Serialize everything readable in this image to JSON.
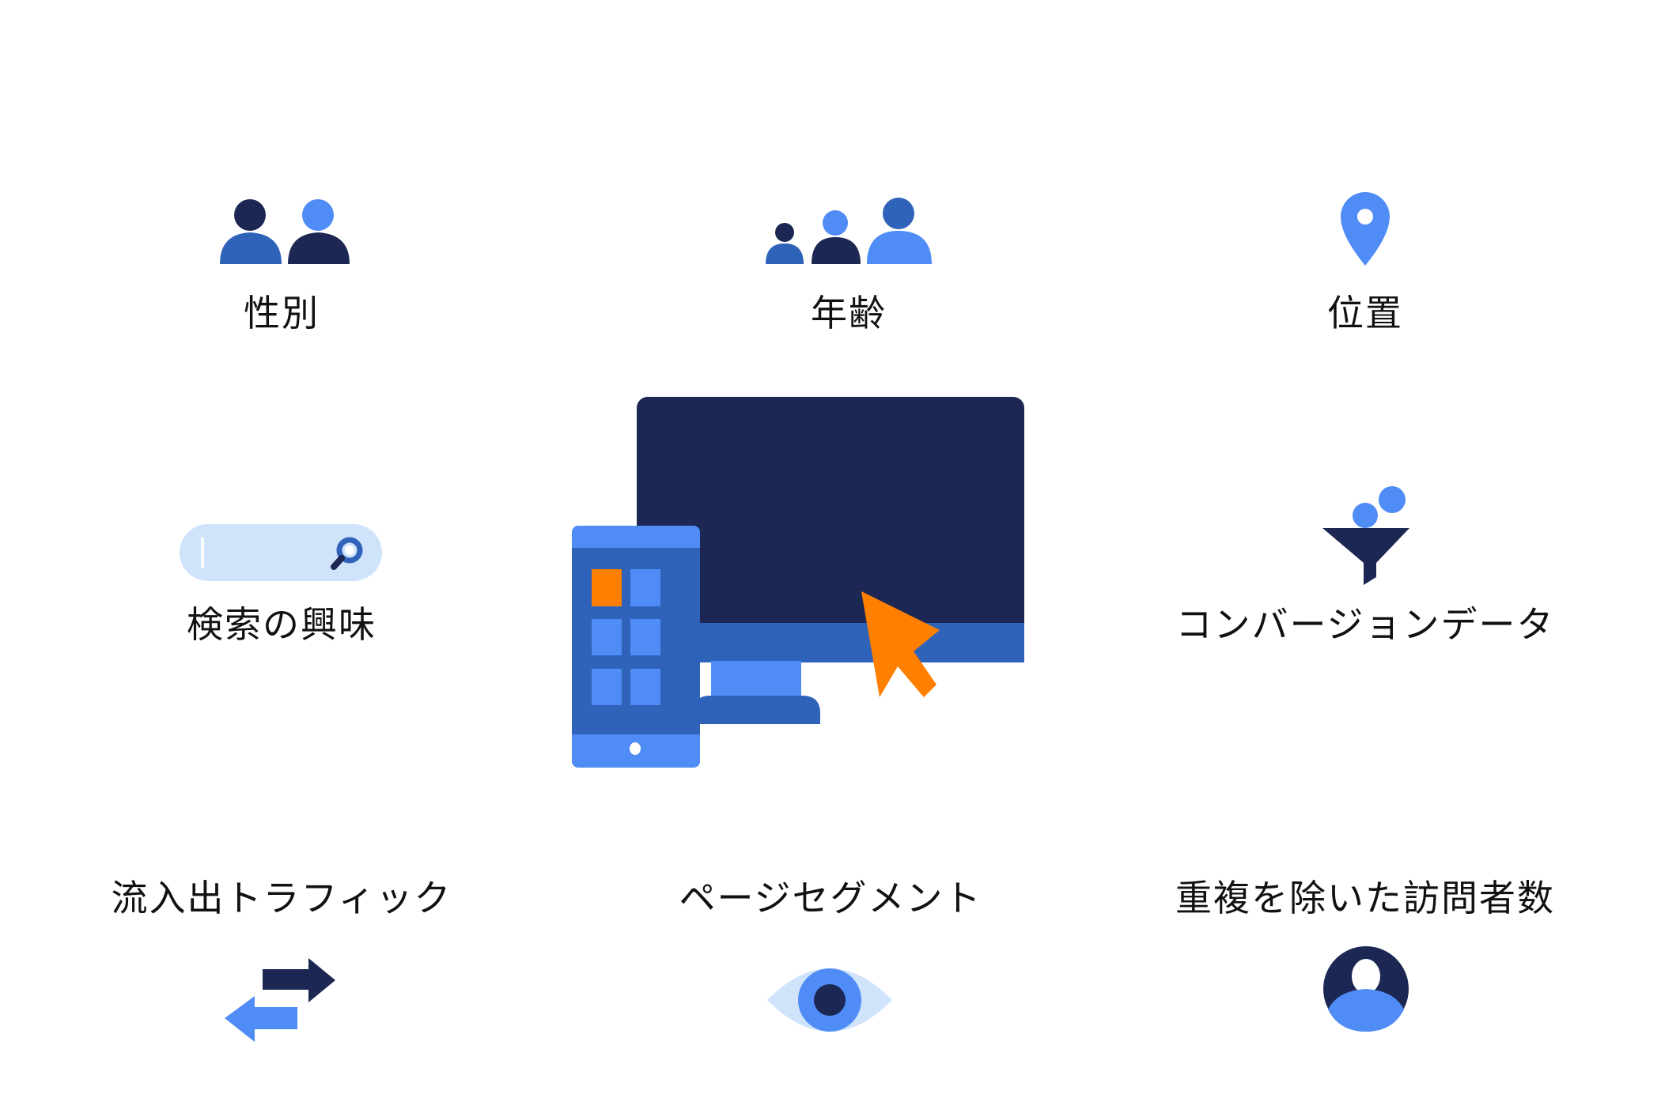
{
  "features": {
    "gender": {
      "label": "性別",
      "icon": "two-users-icon"
    },
    "age": {
      "label": "年齢",
      "icon": "three-users-age-icon"
    },
    "location": {
      "label": "位置",
      "icon": "map-pin-icon"
    },
    "search_interest": {
      "label": "検索の興味",
      "icon": "search-bar-icon"
    },
    "conversion_data": {
      "label": "コンバージョンデータ",
      "icon": "funnel-icon"
    },
    "traffic": {
      "label": "流入出トラフィック",
      "icon": "swap-arrows-icon"
    },
    "page_segment": {
      "label": "ページセグメント",
      "icon": "eye-icon"
    },
    "unique_visitors": {
      "label": "重複を除いた訪問者数",
      "icon": "user-circle-icon"
    }
  },
  "colors": {
    "navy": "#1c2753",
    "blue": "#4f8cf5",
    "mid_blue": "#2f62b9",
    "light_blue": "#cfe3fb",
    "orange": "#ff7f00"
  }
}
